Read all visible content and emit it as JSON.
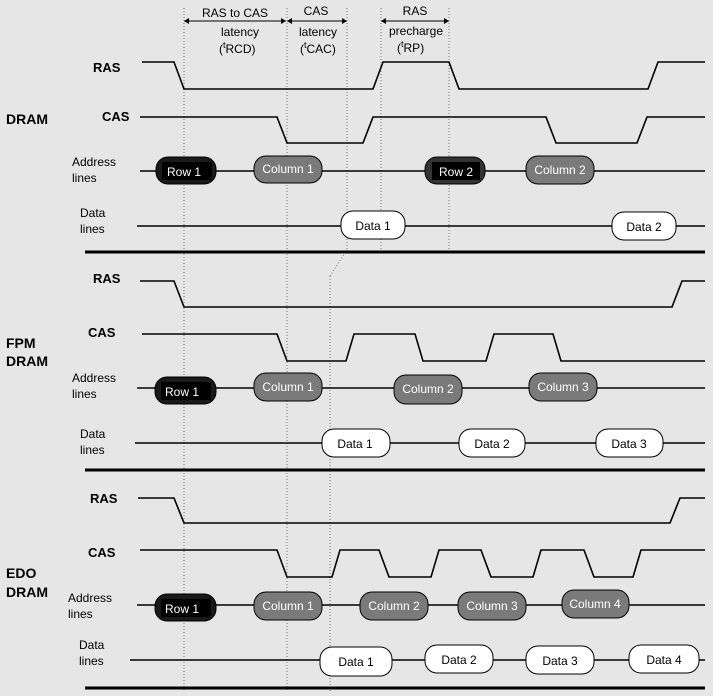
{
  "timing": {
    "rcd": {
      "line1": "RAS to CAS",
      "line2": "latency",
      "sym": "t",
      "sub": "RCD"
    },
    "cac": {
      "line1": "CAS",
      "line2": "latency",
      "sym": "t",
      "sub": "CAC"
    },
    "rp": {
      "line1": "RAS",
      "line2": "precharge",
      "sym": "t",
      "sub": "RP"
    }
  },
  "sections": [
    {
      "name": [
        "DRAM"
      ],
      "signals": {
        "ras": "RAS",
        "cas": "CAS",
        "addr": [
          "Address",
          "lines"
        ],
        "data": [
          "Data",
          "lines"
        ]
      },
      "address": [
        {
          "text": "Row 1",
          "kind": "row"
        },
        {
          "text": "Column 1",
          "kind": "col"
        },
        {
          "text": "Row 2",
          "kind": "row2"
        },
        {
          "text": "Column 2",
          "kind": "col"
        }
      ],
      "data": [
        "Data  1",
        "Data  2"
      ]
    },
    {
      "name": [
        "FPM",
        "DRAM"
      ],
      "signals": {
        "ras": "RAS",
        "cas": "CAS",
        "addr": [
          "Address",
          "lines"
        ],
        "data": [
          "Data",
          "lines"
        ]
      },
      "address": [
        {
          "text": "Row 1",
          "kind": "row"
        },
        {
          "text": "Column 1",
          "kind": "col"
        },
        {
          "text": "Column 2",
          "kind": "col"
        },
        {
          "text": "Column 3",
          "kind": "col"
        }
      ],
      "data": [
        "Data  1",
        "Data  2",
        "Data  3"
      ]
    },
    {
      "name": [
        "EDO",
        "DRAM"
      ],
      "signals": {
        "ras": "RAS",
        "cas": "CAS",
        "addr": [
          "Address",
          "lines"
        ],
        "data": [
          "Data",
          "lines"
        ]
      },
      "address": [
        {
          "text": "Row 1",
          "kind": "row"
        },
        {
          "text": "Column 1",
          "kind": "col"
        },
        {
          "text": "Column 2",
          "kind": "col"
        },
        {
          "text": "Column 3",
          "kind": "col"
        },
        {
          "text": "Column 4",
          "kind": "col"
        }
      ],
      "data": [
        "Data  1",
        "Data  2",
        "Data  3",
        "Data  4"
      ]
    }
  ]
}
